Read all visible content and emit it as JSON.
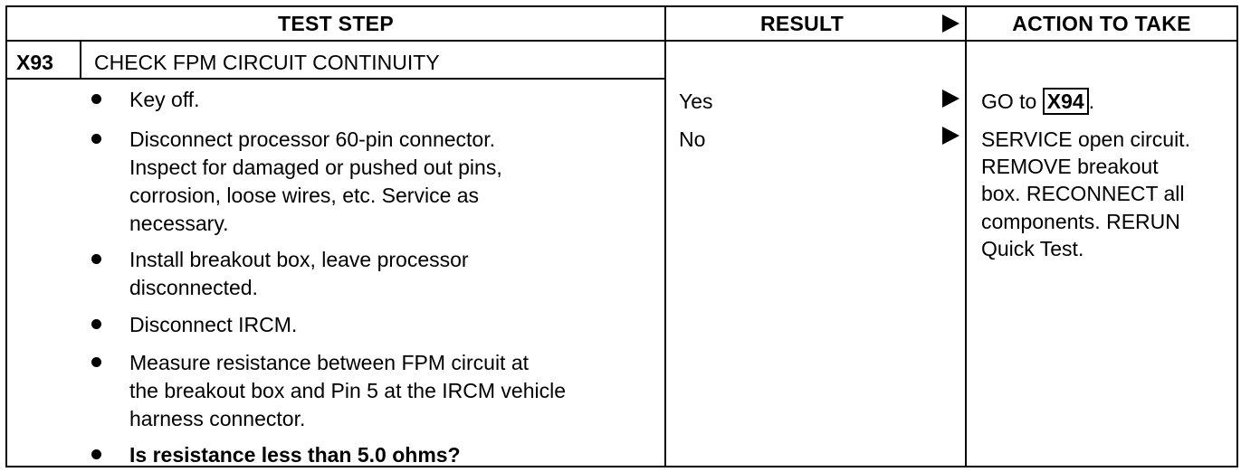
{
  "headers": {
    "test_step": "TEST STEP",
    "result": "RESULT",
    "action": "ACTION TO TAKE"
  },
  "step": {
    "id": "X93",
    "title": "CHECK FPM CIRCUIT CONTINUITY"
  },
  "steps": [
    {
      "lines": [
        "Key off."
      ]
    },
    {
      "lines": [
        "Disconnect processor 60-pin connector.",
        "Inspect for damaged or pushed out pins,",
        "corrosion, loose wires, etc. Service as",
        "necessary."
      ]
    },
    {
      "lines": [
        "Install breakout box, leave processor",
        "disconnected."
      ]
    },
    {
      "lines": [
        "Disconnect IRCM."
      ]
    },
    {
      "lines": [
        "Measure resistance between FPM circuit at",
        "the breakout box and Pin 5 at the IRCM vehicle",
        "harness connector."
      ]
    },
    {
      "lines": [
        "Is resistance less than 5.0 ohms?"
      ]
    }
  ],
  "results": [
    {
      "result": "Yes",
      "action_prefix": "GO to",
      "action_ref": "X94",
      "action_suffix": "."
    },
    {
      "result": "No",
      "action_lines": [
        "SERVICE open circuit.",
        "REMOVE breakout",
        "box. RECONNECT all",
        "components. RERUN",
        "Quick Test."
      ]
    }
  ],
  "icons": {
    "bullet": "bullet-dot-icon",
    "arrow": "right-triangle-arrow-icon"
  }
}
